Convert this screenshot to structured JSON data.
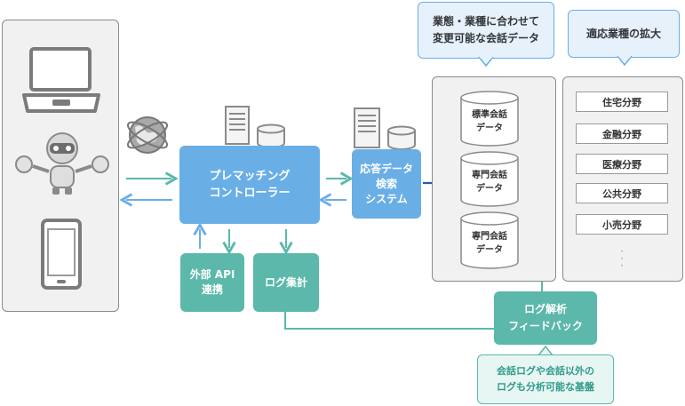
{
  "colors": {
    "blue": "#6aaee6",
    "teal": "#5bb8aa",
    "dark_blue": "#1f5fa8",
    "panel_gray": "#f1f1f1"
  },
  "callouts": {
    "business_data": [
      "業態・業種に合わせて",
      "変更可能な会話データ"
    ],
    "expand_industry": [
      "適応業種の拡大"
    ],
    "log_platform": [
      "会話ログや会話以外の",
      "ログも分析可能な基盤"
    ]
  },
  "controller": [
    "プレマッチング",
    "コントローラー"
  ],
  "response_search": [
    "応答データ",
    "検索",
    "システム"
  ],
  "external_api": [
    "外部 API",
    "連携"
  ],
  "log_aggregation": [
    "ログ集計"
  ],
  "log_analysis": [
    "ログ解析",
    "フィードバック"
  ],
  "conversation_data": [
    [
      "標準会話",
      "データ"
    ],
    [
      "専門会話",
      "データ"
    ],
    [
      "専門会話",
      "データ"
    ]
  ],
  "industries": [
    "住宅分野",
    "金融分野",
    "医療分野",
    "公共分野",
    "小売分野"
  ],
  "icons": [
    "laptop-icon",
    "robot-icon",
    "smartphone-icon",
    "globe-icon",
    "server-icon",
    "database-icon"
  ]
}
